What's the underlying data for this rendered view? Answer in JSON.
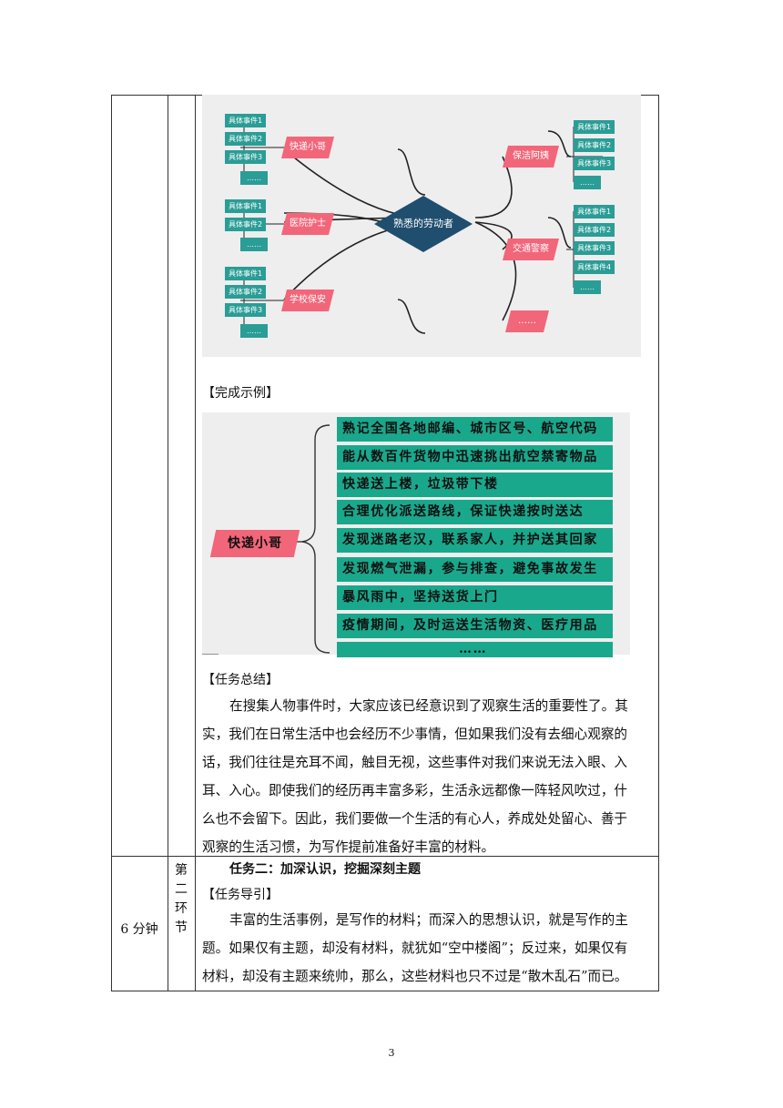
{
  "mindmap": {
    "center": "熟悉的劳动者",
    "left_branches": [
      {
        "label": "快递小哥",
        "events": [
          "具体事件1",
          "具体事件2",
          "具体事件3",
          "……"
        ]
      },
      {
        "label": "医院护士",
        "events": [
          "具体事件1",
          "具体事件2",
          "……"
        ]
      },
      {
        "label": "学校保安",
        "events": [
          "具体事件1",
          "具体事件2",
          "具体事件3",
          "……"
        ]
      }
    ],
    "right_branches": [
      {
        "label": "保洁阿姨",
        "events": [
          "具体事件1",
          "具体事件2",
          "具体事件3",
          "……"
        ]
      },
      {
        "label": "交通警察",
        "events": [
          "具体事件1",
          "具体事件2",
          "具体事件3",
          "具体事件4",
          "……"
        ]
      },
      {
        "label": "……",
        "events": []
      }
    ]
  },
  "example": {
    "title": "【完成示例】",
    "label": "快递小哥",
    "items": [
      "熟记全国各地邮编、城市区号、航空代码",
      "能从数百件货物中迅速挑出航空禁寄物品",
      "快递送上楼，垃圾带下楼",
      "合理优化派送路线，保证快递按时送达",
      "发现迷路老汉，联系家人，并护送其回家",
      "发现燃气泄漏，参与排查，避免事故发生",
      "暴风雨中，坚持送货上门",
      "疫情期间，及时运送生活物资、医疗用品",
      "……"
    ]
  },
  "summary": {
    "title": "【任务总结】",
    "lines": [
      "在搜集人物事件时，大家应该已经意识到了观察生活的重要性了。其",
      "实，我们在日常生活中也会经历不少事情，但如果我们没有去细心观察的",
      "话，我们往往是充耳不闻，触目无视，这些事件对我们来说无法入眼、入",
      "耳、入心。即使我们的经历再丰富多彩，生活永远都像一阵轻风吹过，什",
      "么也不会留下。因此，我们要做一个生活的有心人，养成处处留心、善于",
      "观察的生活习惯，为写作提前准备好丰富的材料。"
    ]
  },
  "row2": {
    "time": "6 分钟",
    "stage": "第二环节",
    "task_title": "任务二：加深认识，挖掘深刻主题",
    "guide_title": "【任务导引】",
    "lines": [
      "丰富的生活事例，是写作的材料；而深入的思想认识，就是写作的主",
      "题。如果仅有主题，却没有材料，就犹如“空中楼阁”；反过来，如果仅有",
      "材料，却没有主题来统帅，那么，这些材料也只不过是“散木乱石”而已。"
    ]
  },
  "page_number": "3"
}
